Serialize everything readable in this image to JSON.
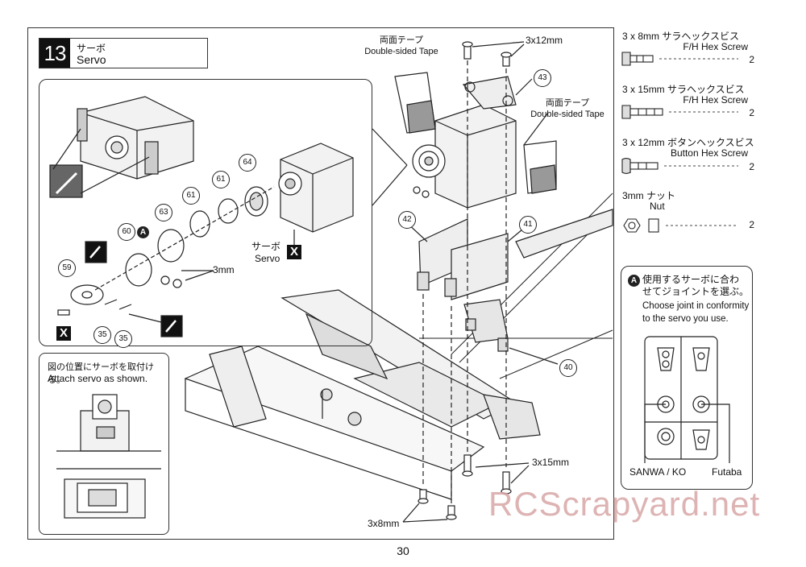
{
  "step": {
    "number": "13",
    "title_jp": "サーボ",
    "title_en": "Servo"
  },
  "detail": {
    "part_numbers": [
      "64",
      "61",
      "61",
      "63",
      "60",
      "59",
      "35",
      "35"
    ],
    "callout_A": "A",
    "servo_label_jp": "サーボ",
    "servo_label_en": "Servo",
    "x_mark": "X",
    "nut_label": "3mm"
  },
  "attach": {
    "text_jp": "図の位置にサーボを取付ける。",
    "text_en": "Attach servo as shown."
  },
  "main": {
    "tape_left_jp": "両面テープ",
    "tape_left_en": "Double-sided Tape",
    "tape_right_jp": "両面テープ",
    "tape_right_en": "Double-sided Tape",
    "screw_top": "3x12mm",
    "screw_mid": "3x15mm",
    "screw_bottom": "3x8mm",
    "part_numbers": [
      "43",
      "42",
      "41",
      "40"
    ]
  },
  "parts_list": [
    {
      "jp": "3 x 8mm サラヘックスビス",
      "en": "F/H Hex Screw",
      "qty": "2"
    },
    {
      "jp": "3 x 15mm サラヘックスビス",
      "en": "F/H Hex Screw",
      "qty": "2"
    },
    {
      "jp": "3 x 12mm ボタンヘックスビス",
      "en": "Button Hex Screw",
      "qty": "2"
    },
    {
      "jp": "3mm ナット",
      "en": "Nut",
      "qty": "2"
    }
  ],
  "servo_note": {
    "badge": "A",
    "line1_jp": "使用するサーボに合わ",
    "line2_jp": "せてジョイントを選ぶ。",
    "line1_en": "Choose joint in conformity",
    "line2_en": "to the servo you use.",
    "label_left": "SANWA / KO",
    "label_right": "Futaba"
  },
  "page_number": "30",
  "watermark": "RCScrapyard.net"
}
